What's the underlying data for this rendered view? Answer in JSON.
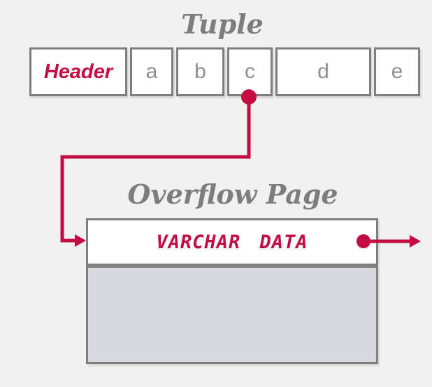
{
  "colors": {
    "background": "#f1f1f2",
    "accent": "#c30d42",
    "border": "#7f7f7f",
    "title_gray": "#7d7d7d",
    "cell_text": "#8e8e8e",
    "body_fill": "#d6d9e0"
  },
  "tuple": {
    "title": "Tuple",
    "header_label": "Header",
    "cells": [
      "a",
      "b",
      "c",
      "d",
      "e"
    ]
  },
  "overflow": {
    "title": "Overflow Page",
    "row_label": "VARCHAR DATA"
  },
  "icons": {
    "pointer_dot": "filled-circle",
    "arrow": "right-arrow"
  }
}
